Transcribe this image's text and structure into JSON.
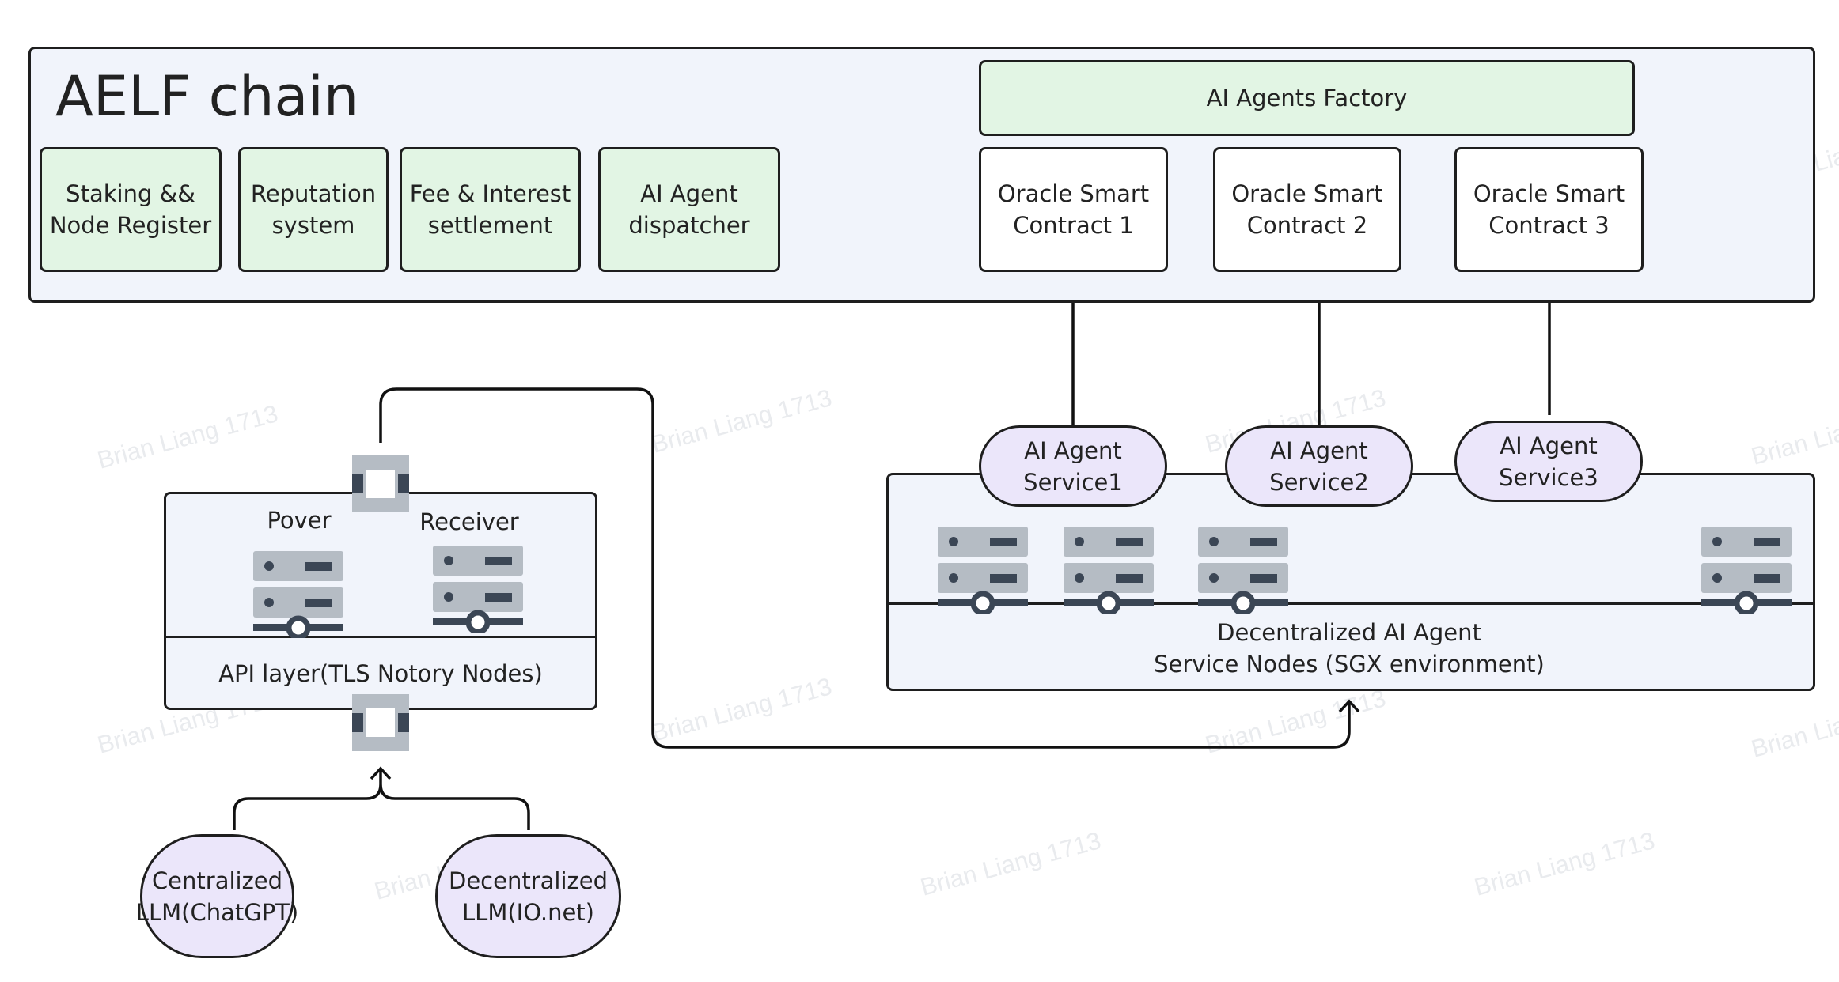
{
  "watermark": "Brian Liang 1713",
  "chain": {
    "title": "AELF chain",
    "modules": [
      {
        "label": "Staking &&\nNode Register"
      },
      {
        "label": "Reputation\nsystem"
      },
      {
        "label": "Fee & Interest\nsettlement"
      },
      {
        "label": "AI Agent\ndispatcher"
      }
    ],
    "factory": "AI Agents Factory",
    "oracles": [
      {
        "label": "Oracle Smart\nContract 1"
      },
      {
        "label": "Oracle Smart\nContract 2"
      },
      {
        "label": "Oracle Smart\nContract 3"
      }
    ]
  },
  "api_cluster": {
    "prover_label": "Pover",
    "receiver_label": "Receiver",
    "layer_label": "API layer(TLS Notory Nodes)"
  },
  "llms": [
    {
      "label": "Centralized\nLLM(ChatGPT)"
    },
    {
      "label": "Decentralized\nLLM(IO.net)"
    }
  ],
  "agent_services": [
    {
      "label": "AI Agent\nService1"
    },
    {
      "label": "AI Agent\nService2"
    },
    {
      "label": "AI Agent\nService3"
    }
  ],
  "service_nodes": {
    "label": "Decentralized AI Agent\nService Nodes (SGX environment)"
  },
  "colors": {
    "panel_fill": "#f1f4fb",
    "module_fill": "#e2f5e4",
    "service_fill": "#ebe6fa",
    "server_gray": "#b5bcc4",
    "server_dark": "#3b4655",
    "border": "#1e1e1e"
  },
  "icons": [
    "server-icon",
    "connector-icon"
  ]
}
